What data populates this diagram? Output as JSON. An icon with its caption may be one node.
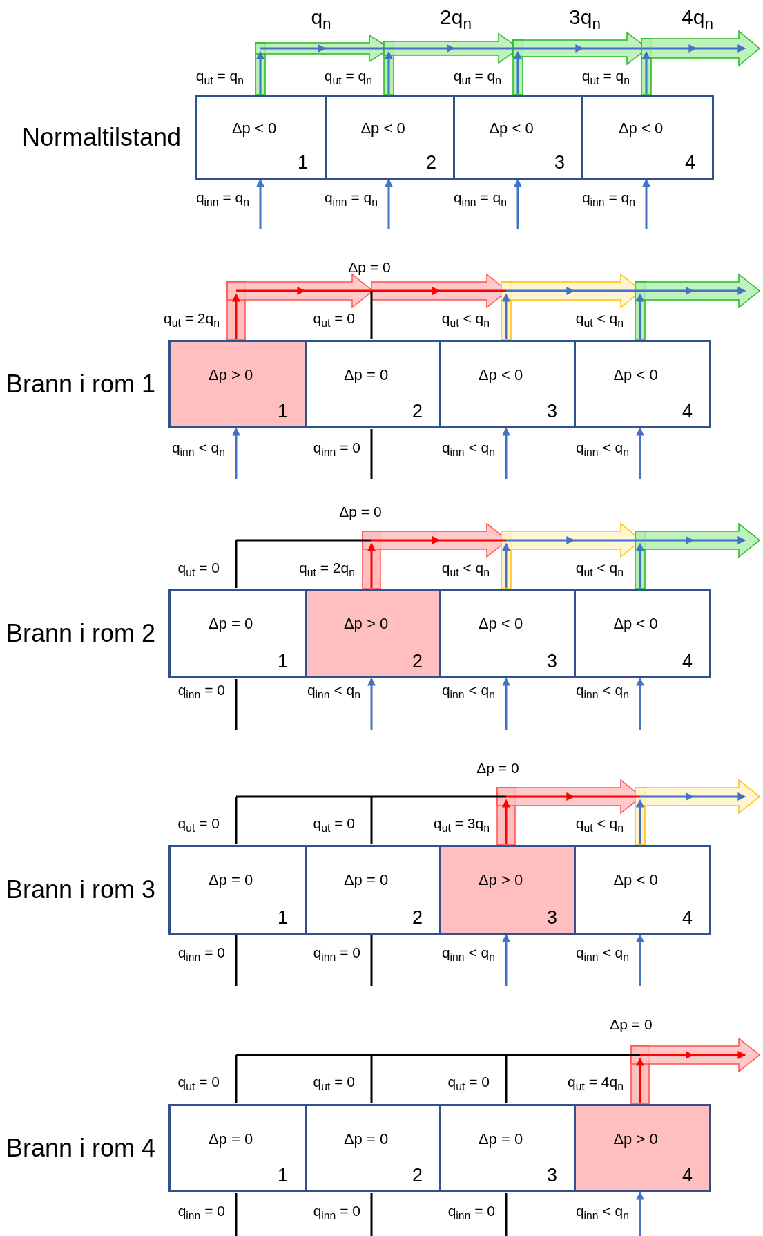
{
  "diagram": {
    "nodes": [
      {
        "text": [
          "Δp < 0",
          "1"
        ]
      },
      {
        "text": [
          "Δp < 0",
          "2"
        ]
      },
      {
        "text": [
          "Δp < 0",
          "3"
        ]
      },
      {
        "text": [
          "Δp < 0",
          "4"
        ]
      },
      {
        "text": [
          "Δp > 0",
          "1"
        ]
      },
      {
        "text": [
          "Δp = 0",
          "2"
        ]
      },
      {
        "text": [
          "Δp < 0",
          "3"
        ]
      },
      {
        "text": [
          "Δp < 0",
          "4"
        ]
      },
      {
        "text": [
          "Δp = 0",
          "1"
        ]
      },
      {
        "text": [
          "Δp > 0",
          "2"
        ]
      },
      {
        "text": [
          "Δp < 0",
          "3"
        ]
      },
      {
        "text": [
          "Δp < 0",
          "4"
        ]
      },
      {
        "text": [
          "Δp = 0",
          "1"
        ]
      },
      {
        "text": [
          "Δp = 0",
          "2"
        ]
      },
      {
        "text": [
          "Δp > 0",
          "3"
        ]
      },
      {
        "text": [
          "Δp < 0",
          "4"
        ]
      },
      {
        "text": [
          "Δp = 0",
          "1"
        ]
      },
      {
        "text": [
          "Δp = 0",
          "2"
        ]
      },
      {
        "text": [
          "Δp = 0",
          "3"
        ]
      },
      {
        "text": [
          "Δp > 0",
          "4"
        ]
      }
    ],
    "edges": [
      {
        "from": null,
        "to": 0,
        "arrow": "to"
      },
      {
        "from": null,
        "to": 1,
        "arrow": "to"
      },
      {
        "from": null,
        "to": 2,
        "arrow": "to"
      },
      {
        "from": null,
        "to": 3,
        "arrow": "to"
      },
      {
        "from": 0,
        "to": null,
        "arrow": "to"
      },
      {
        "from": 1,
        "to": null,
        "arrow": "to"
      },
      {
        "from": 2,
        "to": null,
        "arrow": "to"
      },
      {
        "from": 3,
        "to": null,
        "arrow": "to"
      },
      {
        "from": null,
        "to": 4,
        "arrow": "to"
      },
      {
        "from": null,
        "to": 5,
        "arrow": "none",
        "color": "#000000"
      },
      {
        "from": null,
        "to": 6,
        "arrow": "to"
      },
      {
        "from": null,
        "to": 7,
        "arrow": "to"
      },
      {
        "from": 4,
        "to": null,
        "arrow": "to",
        "color": "#ff0000"
      },
      {
        "from": 5,
        "to": null,
        "arrow": "none",
        "color": "#000000"
      },
      {
        "from": 6,
        "to": null,
        "arrow": "to"
      },
      {
        "from": 7,
        "to": null,
        "arrow": "to"
      },
      {
        "from": null,
        "to": 8,
        "arrow": "none",
        "color": "#000000"
      },
      {
        "from": null,
        "to": 9,
        "arrow": "to"
      },
      {
        "from": null,
        "to": 10,
        "arrow": "to"
      },
      {
        "from": null,
        "to": 11,
        "arrow": "to"
      },
      {
        "from": 8,
        "to": null,
        "arrow": "none",
        "color": "#000000"
      },
      {
        "from": 9,
        "to": null,
        "arrow": "to",
        "color": "#ff0000"
      },
      {
        "from": 10,
        "to": null,
        "arrow": "to"
      },
      {
        "from": 11,
        "to": null,
        "arrow": "to"
      },
      {
        "from": null,
        "to": 12,
        "arrow": "none",
        "color": "#000000"
      },
      {
        "from": null,
        "to": 13,
        "arrow": "none",
        "color": "#000000"
      },
      {
        "from": null,
        "to": 14,
        "arrow": "to"
      },
      {
        "from": null,
        "to": 15,
        "arrow": "to"
      },
      {
        "from": 12,
        "to": null,
        "arrow": "none",
        "color": "#000000"
      },
      {
        "from": 13,
        "to": null,
        "arrow": "none",
        "color": "#000000"
      },
      {
        "from": 14,
        "to": null,
        "arrow": "to",
        "color": "#ff0000"
      },
      {
        "from": 15,
        "to": null,
        "arrow": "to"
      },
      {
        "from": null,
        "to": 16,
        "arrow": "none",
        "color": "#000000"
      },
      {
        "from": null,
        "to": 17,
        "arrow": "none",
        "color": "#000000"
      },
      {
        "from": null,
        "to": 18,
        "arrow": "none",
        "color": "#000000"
      },
      {
        "from": null,
        "to": 19,
        "arrow": "to"
      },
      {
        "from": 16,
        "to": null,
        "arrow": "none",
        "color": "#000000"
      },
      {
        "from": 17,
        "to": null,
        "arrow": "none",
        "color": "#000000"
      },
      {
        "from": 18,
        "to": null,
        "arrow": "none",
        "color": "#000000"
      },
      {
        "from": 19,
        "to": null,
        "arrow": "to",
        "color": "#ff0000"
      }
    ],
    "labels": [
      "q$_{n}$",
      "2q$_{n}$",
      "3q$_{n}$",
      "4q$_{n}$",
      "q$_{ut}$ = q$_{n}$",
      "q$_{ut}$ = q$_{n}$",
      "q$_{ut}$ = q$_{n}$",
      "q$_{ut}$ = q$_{n}$",
      "Normaltilstand",
      "q$_{inn}$ = q$_{n}$",
      "q$_{inn}$ = q$_{n}$",
      "q$_{inn}$ = q$_{n}$",
      "q$_{inn}$ = q$_{n}$",
      "Δp = 0",
      "q$_{ut}$ = 2q$_{n}$",
      "q$_{ut}$ = 0",
      "q$_{ut}$ < q$_{n}$",
      "q$_{ut}$ < q$_{n}$",
      "Brann i rom 1",
      "q$_{inn}$ < q$_{n}$",
      "q$_{inn}$ = 0",
      "q$_{inn}$ < q$_{n}$",
      "q$_{inn}$ < q$_{n}$",
      "Δp = 0",
      "q$_{ut}$ = 0",
      "q$_{ut}$ = 2q$_{n}$",
      "q$_{ut}$ < q$_{n}$",
      "q$_{ut}$ < q$_{n}$",
      "Brann i rom 2",
      "q$_{inn}$ = 0",
      "q$_{inn}$ < q$_{n}$",
      "q$_{inn}$ < q$_{n}$",
      "q$_{inn}$ < q$_{n}$",
      "Δp = 0",
      "q$_{ut}$ = 0",
      "q$_{ut}$ = 0",
      "q$_{ut}$ = 3q$_{n}$",
      "q$_{ut}$ < q$_{n}$",
      "Brann i rom 3",
      "q$_{inn}$ = 0",
      "q$_{inn}$ = 0",
      "q$_{inn}$ < q$_{n}$",
      "q$_{inn}$ < q$_{n}$",
      "Δp = 0",
      "q$_{ut}$ = 0",
      "q$_{ut}$ = 0",
      "q$_{ut}$ = 0",
      "q$_{ut}$ = 4q$_{n}$",
      "Brann i rom 4",
      "q$_{inn}$ = 0",
      "q$_{inn}$ = 0",
      "q$_{inn}$ = 0",
      "q$_{inn}$ < q$_{n}$"
    ]
  }
}
